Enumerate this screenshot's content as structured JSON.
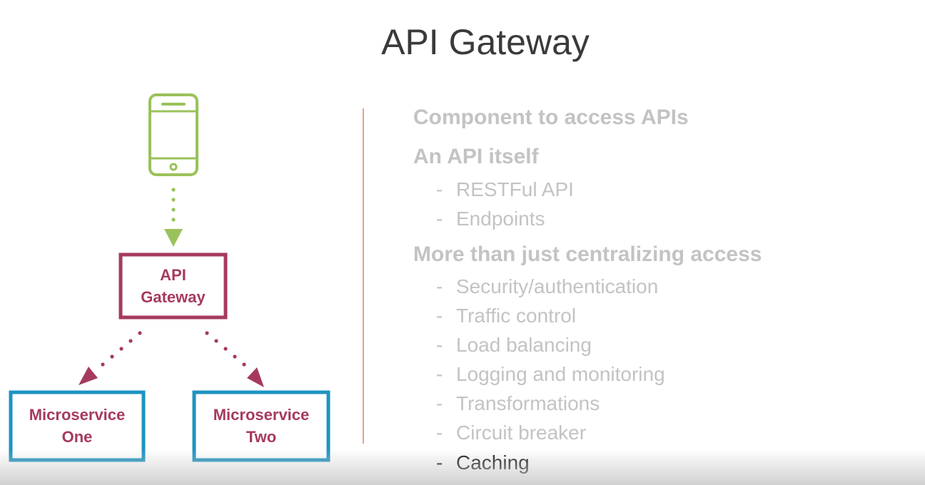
{
  "title": "API Gateway",
  "diagram": {
    "gateway": {
      "line1": "API",
      "line2": "Gateway"
    },
    "microservice_one": {
      "line1": "Microservice",
      "line2": "One"
    },
    "microservice_two": {
      "line1": "Microservice",
      "line2": "Two"
    },
    "colors": {
      "phone": "#9ac25a",
      "gateway": "#a63a5e",
      "microservice": "#1e93c0",
      "divider": "#e8a286"
    },
    "icons": [
      "smartphone-icon"
    ]
  },
  "bullets": {
    "heading1": "Component to access APIs",
    "heading2": "An API itself",
    "sub2": [
      "RESTFul API",
      "Endpoints"
    ],
    "heading3": "More than just centralizing access",
    "sub3": [
      "Security/authentication",
      "Traffic control",
      "Load balancing",
      "Logging and monitoring",
      "Transformations",
      "Circuit breaker",
      "Caching"
    ],
    "dash": "-"
  }
}
